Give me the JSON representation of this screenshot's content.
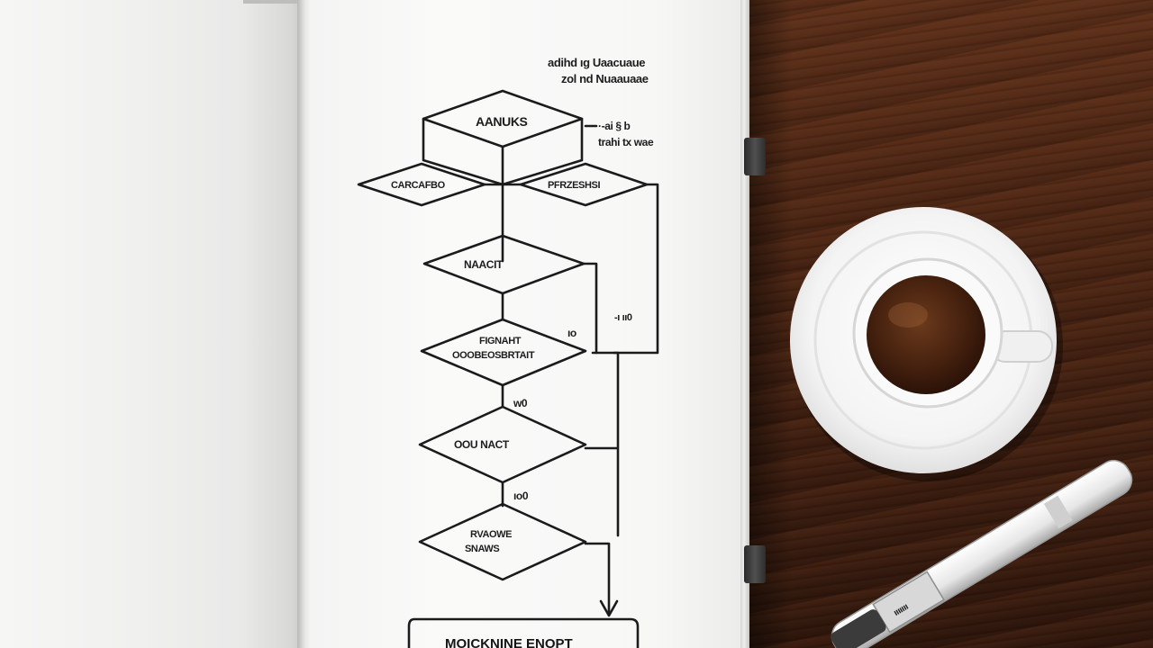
{
  "notebook": {
    "header_note": [
      "adihd ıg Uaacuaue",
      "zol nd Nuaauaae"
    ],
    "side_note": [
      "·-ai § b",
      "trahi tx wae"
    ],
    "loop_label": "-ı ıı0",
    "branch_labels": [
      "ıo",
      "w0",
      "ıo0"
    ],
    "shapes": {
      "top": "AANUKS",
      "left": "CARCAFBO",
      "right": "PFRZESHSI",
      "d1": "NAACIT",
      "d2": [
        "FIGNAHT",
        "OOOBEOSBRTAIT"
      ],
      "d3": "OOU NACT",
      "d4": [
        "RVAOWE",
        "SNAWS"
      ],
      "end": "MOICKNINE ENOPT"
    }
  },
  "colors": {
    "ink": "#1b1b1b",
    "paper": "#f7f7f6",
    "table": "#4b2513",
    "coffee": "#3a1b0c"
  }
}
